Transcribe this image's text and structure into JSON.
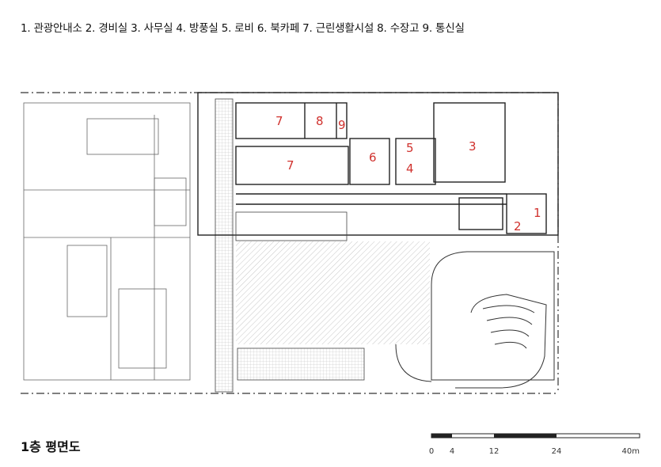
{
  "legend": "1. 관광안내소  2. 경비실  3. 사무실  4. 방풍실  5. 로비  6. 북카페  7. 근린생활시설  8. 수장고  9. 통신실",
  "title": "1층 평면도",
  "room_labels": [
    "7",
    "8",
    "9",
    "7",
    "6",
    "5",
    "4",
    "3",
    "1",
    "2"
  ],
  "scale_ticks": [
    "0",
    "4",
    "12",
    "24",
    "40m"
  ],
  "colors": {
    "room_label": "#d0312d",
    "line": "#222222",
    "hatch": "#9a9a9a"
  }
}
